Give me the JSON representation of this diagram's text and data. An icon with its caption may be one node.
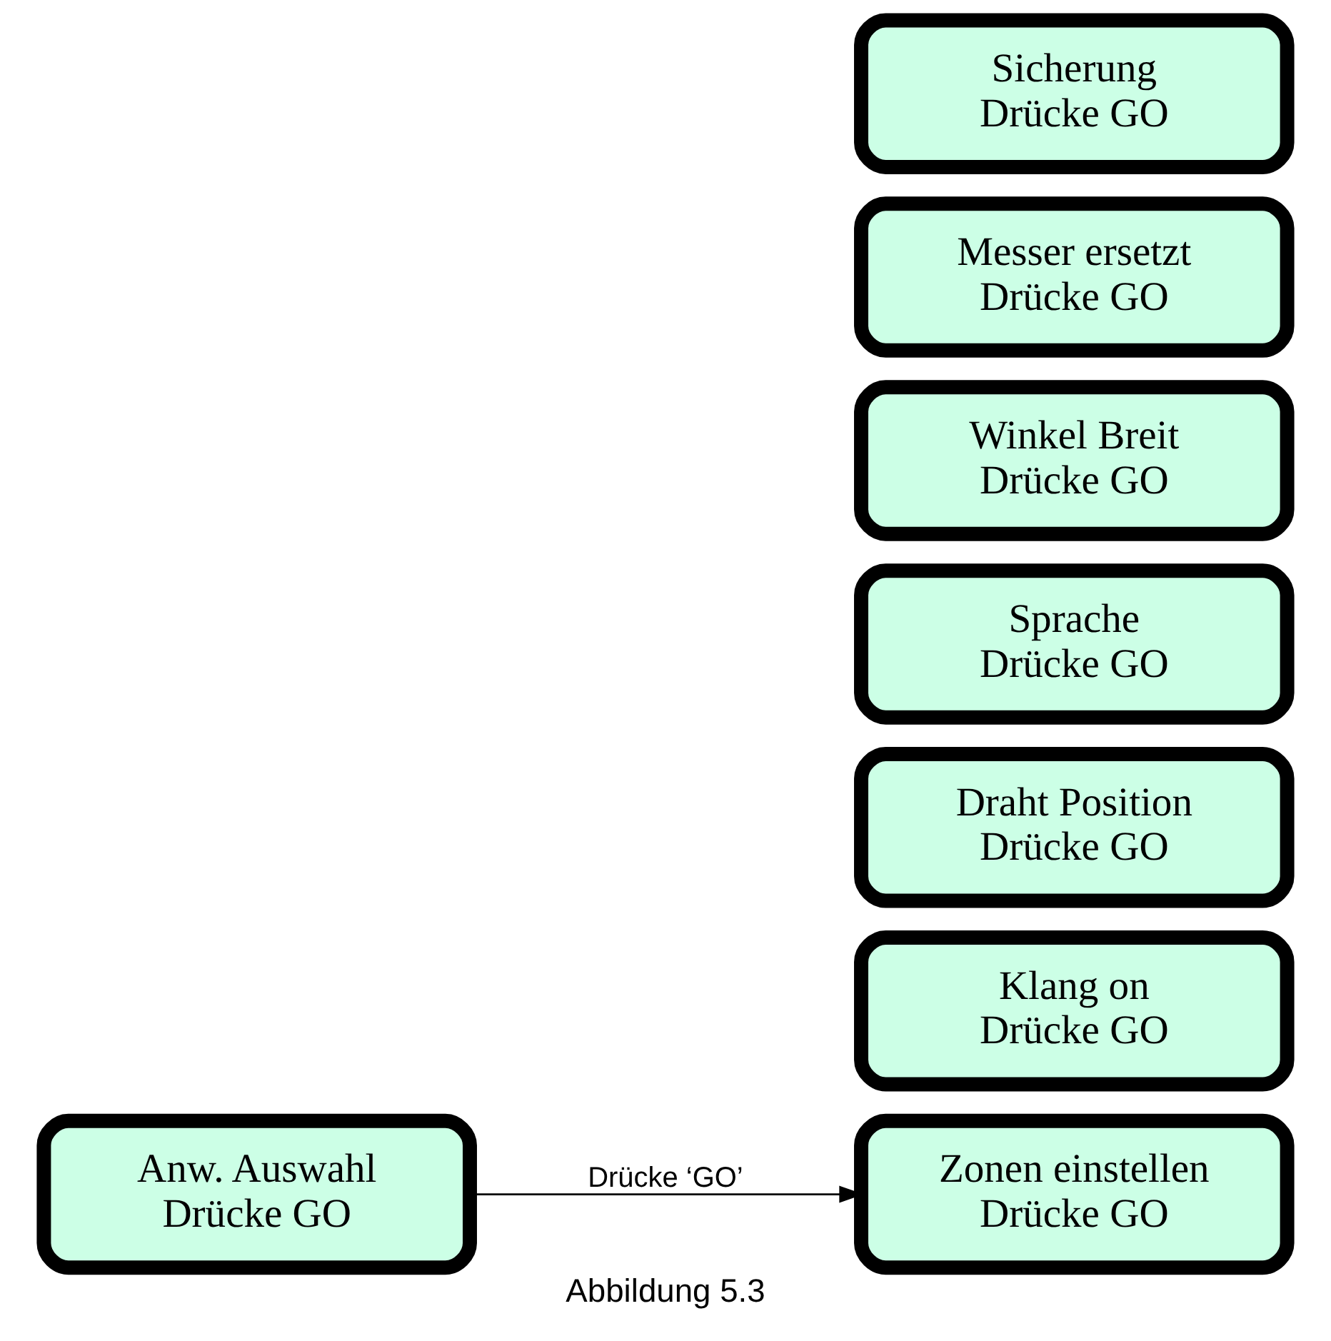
{
  "diagram": {
    "caption": "Abbildung 5.3",
    "nodes": [
      {
        "text": [
          "Anw. Auswahl",
          "Drücke GO"
        ]
      },
      {
        "text": [
          "Zonen einstellen",
          "Drücke GO"
        ]
      },
      {
        "text": [
          "Klang on",
          "Drücke GO"
        ]
      },
      {
        "text": [
          "Draht Position",
          "Drücke GO"
        ]
      },
      {
        "text": [
          "Sprache",
          "Drücke GO"
        ]
      },
      {
        "text": [
          "Winkel Breit",
          "Drücke GO"
        ]
      },
      {
        "text": [
          "Messer ersetzt",
          "Drücke GO"
        ]
      },
      {
        "text": [
          "Sicherung",
          "Drücke GO"
        ]
      }
    ],
    "edges": [
      {
        "from": 0,
        "to": 1,
        "arrow": "to",
        "label": "Drücke ‘GO’"
      }
    ]
  }
}
